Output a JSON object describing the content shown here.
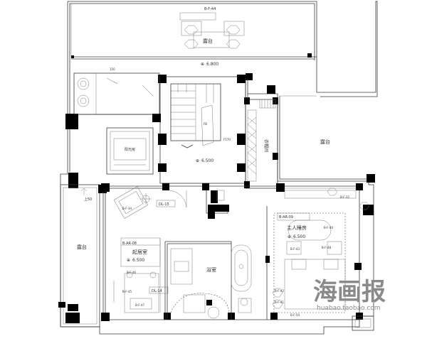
{
  "rooms": {
    "terrace_top": "露台",
    "terrace_right": "露台",
    "terrace_left": "露台",
    "closet": "衣帽间",
    "study": "阳光房",
    "bath": "浴室",
    "bedroom": "起居室",
    "master": "主人睡房"
  },
  "elevations": {
    "top": "6.800",
    "center": "6.500",
    "bedroom": "6.500",
    "master": "6.500"
  },
  "tags": {
    "b_f_44": "B-F-44",
    "b_ar_08": "B-AR-08",
    "b_ar_09": "B-AR-09",
    "dl_15": "DL-15",
    "dl_14": "DL-14",
    "b_f_32": "B-F-32",
    "b_f_34": "B-F-34",
    "b_f_46": "B-F-46",
    "b_f_45": "B-F-45",
    "b_f_40": "B-F-40",
    "b_f_42": "B-F-42",
    "b_f_43": "B-F-43",
    "b_f_47": "B-F-47",
    "b_f_48": "B-F-48",
    "b_f_50": "B-F-50",
    "b_f_41": "B-F-41"
  },
  "notes": {
    "up": "上",
    "down_left": "上50",
    "fb": "FB",
    "down_mid": "F570",
    "up_top": "150"
  },
  "watermark": {
    "brand": "海画报",
    "url": "huabao.taobao.com"
  }
}
